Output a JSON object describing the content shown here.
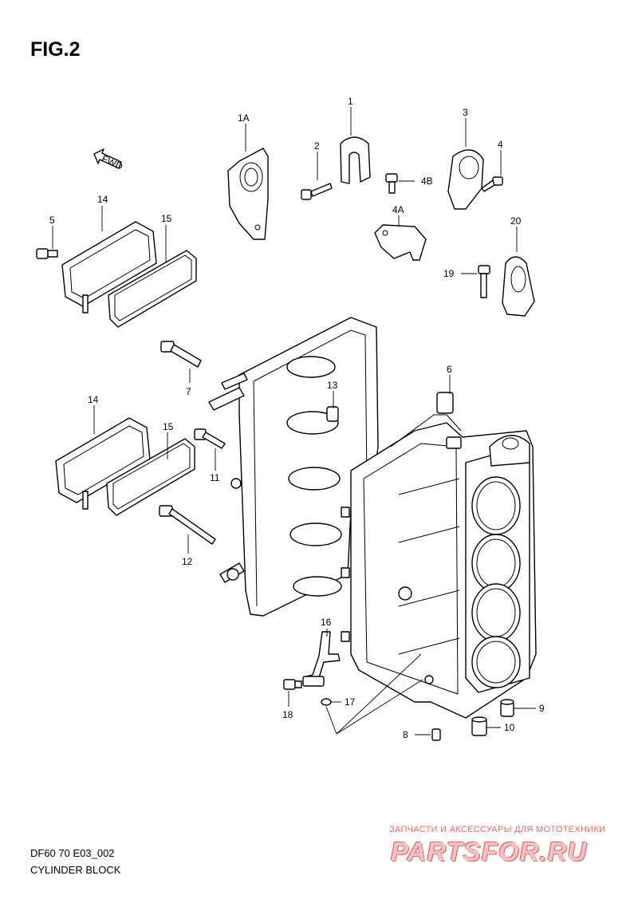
{
  "figure": {
    "title": "FIG.2",
    "code": "DF60 70 E03_002",
    "name": "CYLINDER BLOCK"
  },
  "fwd_label": "FWD",
  "watermark": {
    "tagline": "ЗАПЧАСТИ И АКСЕССУАРЫ ДЛЯ МОТОТЕХНИКИ",
    "logo": "PARTSFOR.RU",
    "color": "#e46a6a"
  },
  "callouts": [
    "1A",
    "1",
    "2",
    "3",
    "4",
    "4B",
    "4A",
    "5",
    "14",
    "15",
    "20",
    "19",
    "6",
    "7",
    "13",
    "14",
    "15",
    "11",
    "12",
    "16",
    "17",
    "18",
    "9",
    "10",
    "8"
  ]
}
